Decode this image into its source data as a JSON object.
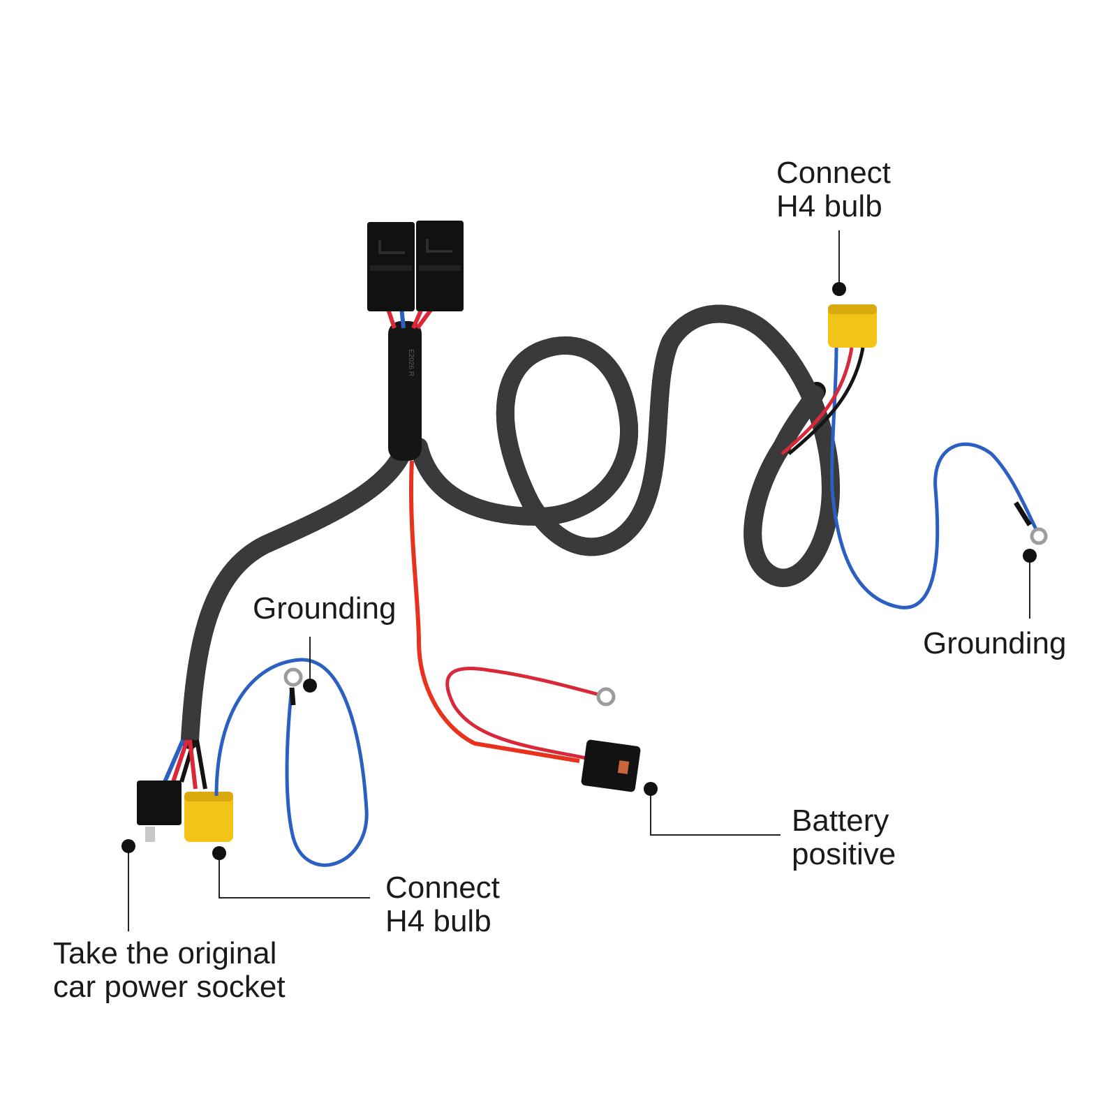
{
  "labels": {
    "connect_h4_top": [
      "Connect",
      "H4 bulb"
    ],
    "grounding_left": "Grounding",
    "grounding_right": "Grounding",
    "battery_positive": [
      "Battery",
      "positive"
    ],
    "connect_h4_bottom": [
      "Connect",
      "H4 bulb"
    ],
    "power_socket": [
      "Take the original",
      "car power socket"
    ]
  },
  "colors": {
    "loom": "#141414",
    "positive_wire": "#e8321e",
    "battery_wire": "#d8283a",
    "ground_wire": "#2c5fc2",
    "bulb_connector": "#f2c418",
    "relay": "#111111",
    "terminal_ring": "#9c9c9c",
    "leader_line": "#222222"
  },
  "icons": [
    "relay-icon",
    "fuse-holder-icon",
    "ring-terminal-icon",
    "h4-connector-icon"
  ]
}
